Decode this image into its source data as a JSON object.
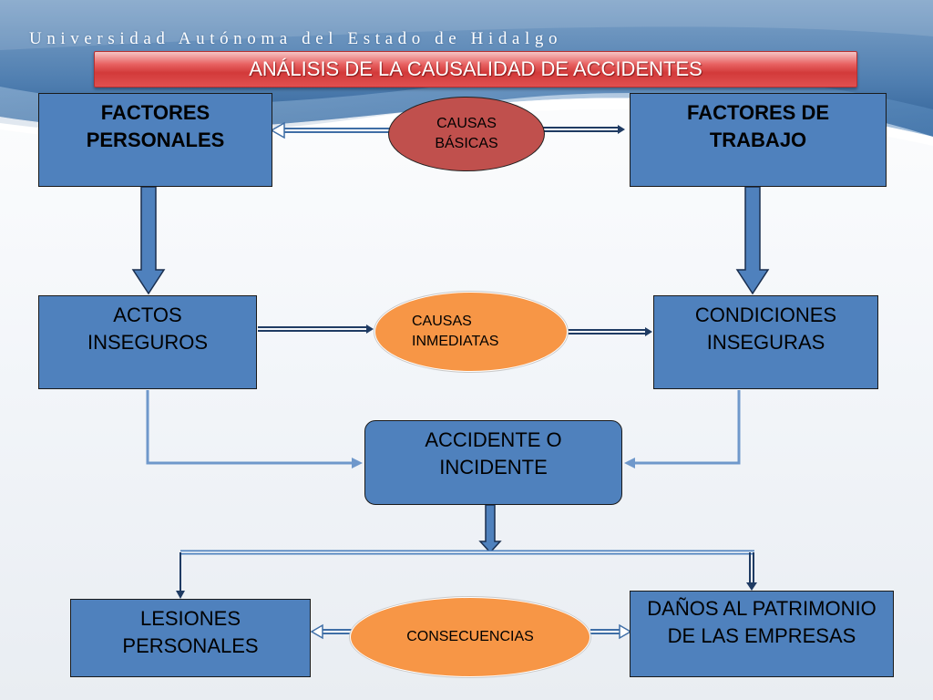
{
  "header": {
    "university": "Universidad Autónoma del Estado de Hidalgo",
    "title": "ANÁLISIS DE LA CAUSALIDAD DE ACCIDENTES"
  },
  "nodes": {
    "factores_personales": "FACTORES PERSONALES",
    "causas_basicas": "CAUSAS BÁSICAS",
    "factores_trabajo": "FACTORES DE TRABAJO",
    "actos_inseguros": "ACTOS INSEGUROS",
    "causas_inmediatas": "CAUSAS INMEDIATAS",
    "condiciones_inseguras": "CONDICIONES INSEGURAS",
    "accidente": "ACCIDENTE O INCIDENTE",
    "lesiones": "LESIONES PERSONALES",
    "consecuencias": "CONSECUENCIAS",
    "danos": "DAÑOS AL PATRIMONIO DE LAS EMPRESAS"
  },
  "colors": {
    "box_blue": "#4f81bd",
    "causas_basicas_red": "#c0504d",
    "orange": "#f79646",
    "title_red": "#d23a3a"
  }
}
